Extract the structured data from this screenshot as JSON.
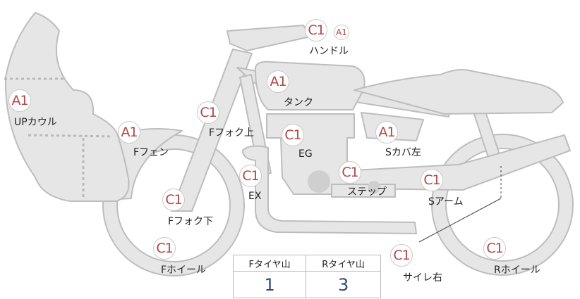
{
  "colors": {
    "grade": "#b04848",
    "value": "#2e4a78",
    "part_fill": "#e6e6e6",
    "part_stroke": "#bdbdbd"
  },
  "parts": [
    {
      "id": "up-cowl",
      "name": "UPカウル",
      "grade": "A1"
    },
    {
      "id": "f-fender",
      "name": "Fフェン",
      "grade": "A1"
    },
    {
      "id": "f-fork-upper",
      "name": "Fフォク上",
      "grade": "C1"
    },
    {
      "id": "handle",
      "name": "ハンドル",
      "grade": "C1",
      "extra_grade": "A1"
    },
    {
      "id": "tank",
      "name": "タンク",
      "grade": "A1"
    },
    {
      "id": "eg",
      "name": "EG",
      "grade": "C1"
    },
    {
      "id": "s-cover-left",
      "name": "Sカバ左",
      "grade": "A1"
    },
    {
      "id": "ex",
      "name": "EX",
      "grade": "C1"
    },
    {
      "id": "step",
      "name": "ステップ",
      "grade": "C1"
    },
    {
      "id": "s-arm",
      "name": "Sアーム",
      "grade": "C1"
    },
    {
      "id": "f-fork-lower",
      "name": "Fフォク下",
      "grade": "C1"
    },
    {
      "id": "f-wheel",
      "name": "Fホイール",
      "grade": "C1"
    },
    {
      "id": "side-rail-right",
      "name": "サイレ右",
      "grade": "C1"
    },
    {
      "id": "r-wheel",
      "name": "Rホイール",
      "grade": "C1"
    }
  ],
  "tread_table": {
    "front_label": "Fタイヤ山",
    "rear_label": "Rタイヤ山",
    "front_value": "1",
    "rear_value": "3"
  }
}
